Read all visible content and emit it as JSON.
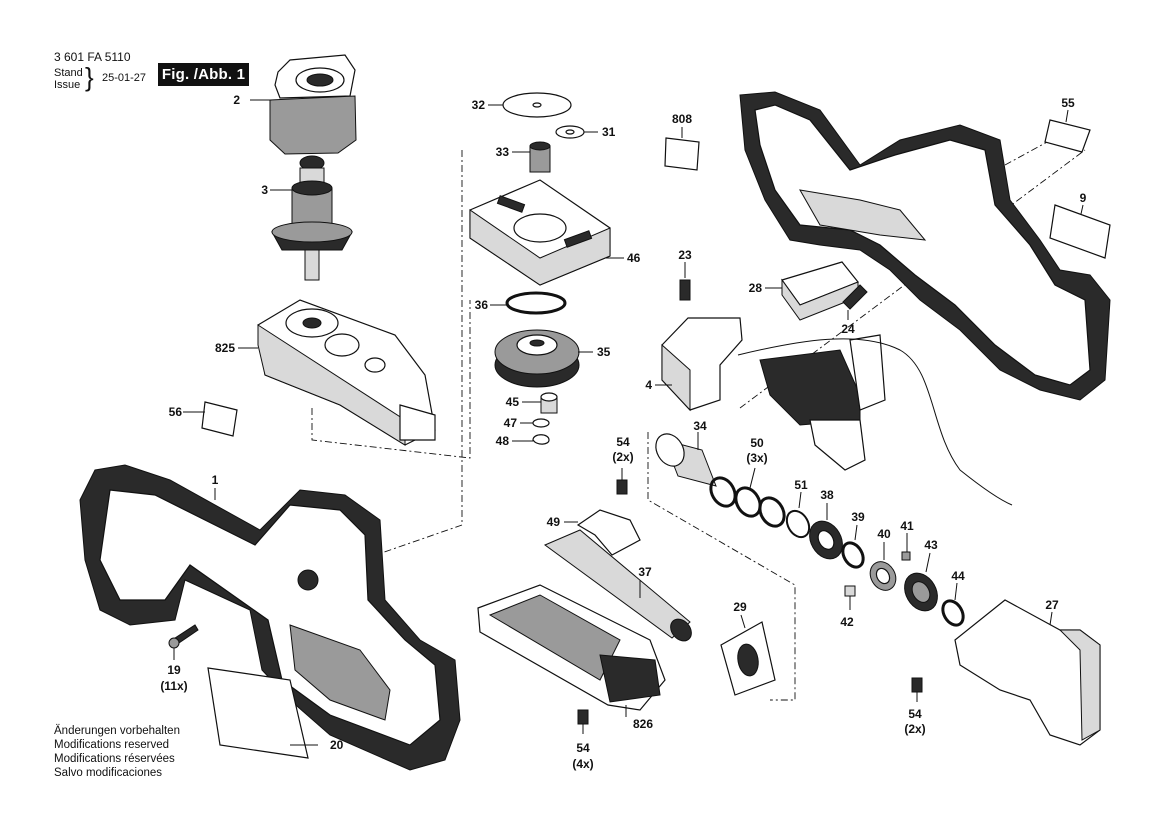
{
  "header": {
    "code": "3 601 FA 5110",
    "stand": "Stand",
    "issue": "Issue",
    "date": "25-01-27",
    "figure": "Fig. /Abb. 1"
  },
  "notes": [
    "Änderungen vorbehalten",
    "Modifications reserved",
    "Modifications réservées",
    "Salvo modificaciones"
  ],
  "callouts": {
    "p2": "2",
    "p3": "3",
    "p825": "825",
    "p56": "56",
    "p1": "1",
    "p19": "19",
    "p19q": "(11x)",
    "p20": "20",
    "p32": "32",
    "p31": "31",
    "p33": "33",
    "p46": "46",
    "p36": "36",
    "p35": "35",
    "p45": "45",
    "p47": "47",
    "p48": "48",
    "p54a": "54",
    "p54aq": "(2x)",
    "p49": "49",
    "p37": "37",
    "p29": "29",
    "p826": "826",
    "p54b": "54",
    "p54bq": "(4x)",
    "p808": "808",
    "p23": "23",
    "p28": "28",
    "p24": "24",
    "p4": "4",
    "p34": "34",
    "p50": "50",
    "p50q": "(3x)",
    "p51": "51",
    "p38": "38",
    "p39": "39",
    "p40": "40",
    "p41": "41",
    "p42": "42",
    "p43": "43",
    "p44": "44",
    "p27": "27",
    "p54c": "54",
    "p54cq": "(2x)",
    "p55": "55",
    "p9": "9"
  }
}
